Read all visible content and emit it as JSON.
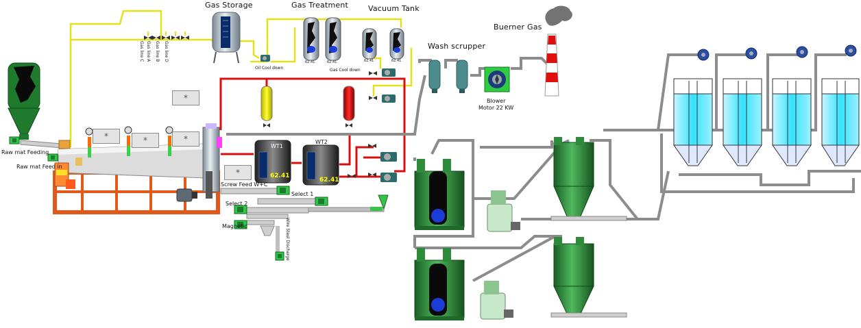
{
  "labels": {
    "gas_storage": "Gas Storage",
    "gas_treatment": "Gas Treatment",
    "vacuum_tank": "Vacuum Tank",
    "burner_gas": "Buerner Gas",
    "wash_scrubber": "Wash scrupper",
    "blower": "Blower",
    "blower_motor": "Motor 22 KW",
    "oil_cool_down": "Oil Cool down",
    "gas_cool_down": "Gas Cool down",
    "raw_mat_feeding": "Raw mat Feeding",
    "raw_mat_feed_in": "Raw mat Feed in",
    "screw_feed": "Screw Feed W+C",
    "select_1": "Select 1",
    "select_2": "Select 2",
    "magnetic": "Magnetic",
    "wire_steel_discharge": "Wire Steel Discharge",
    "gas_line_1": "Gas line A",
    "gas_line_2": "Gas line B",
    "gas_line_3": "Gas line C",
    "gas_line_4": "Gas line D"
  },
  "tanks": {
    "wt1": {
      "name": "WT1",
      "value": "62.41"
    },
    "wt2": {
      "name": "WT2",
      "value": "62.41"
    }
  },
  "small_values": {
    "treatment_1": "62.41",
    "treatment_2": "62.41",
    "vacuum_1": "62.41",
    "vacuum_2": "62.41"
  },
  "placeholders": {
    "box": "*"
  },
  "colors": {
    "pipe_gas": "#e6e01a",
    "pipe_oil": "#d80f0f",
    "pipe_dust": "#8c8c8c",
    "equipment_green": "#2e8b3a",
    "frame_orange": "#e2581b",
    "silo_cyan": "#33e5ff"
  },
  "icons": {
    "pump": "pump-icon",
    "valve": "valve-icon",
    "fan": "fan-icon",
    "chimney": "chimney-icon"
  }
}
